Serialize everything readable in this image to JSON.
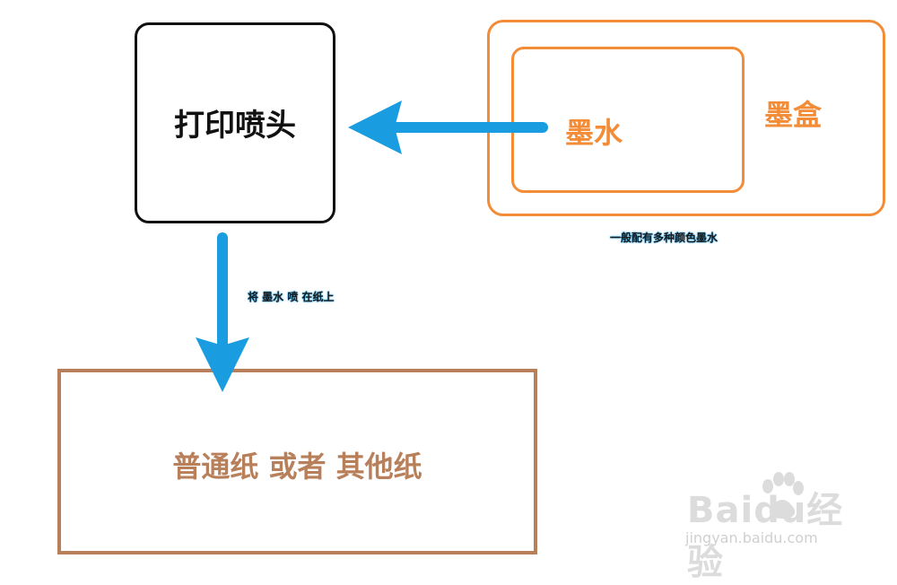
{
  "nodes": {
    "print_head": "打印喷头",
    "ink": "墨水",
    "cartridge": "墨盒",
    "paper": "普通纸 或者 其他纸"
  },
  "notes": {
    "ink_colors": "一般配有多种颜色墨水",
    "spray": "将 墨水 喷 在纸上"
  },
  "watermark": {
    "logo": "Baidu经验",
    "url": "jingyan.baidu.com"
  },
  "colors": {
    "arrow": "#199ce0",
    "cartridge_border": "#f28c37",
    "paper_border": "#b8805a",
    "print_head_border": "#111111"
  }
}
